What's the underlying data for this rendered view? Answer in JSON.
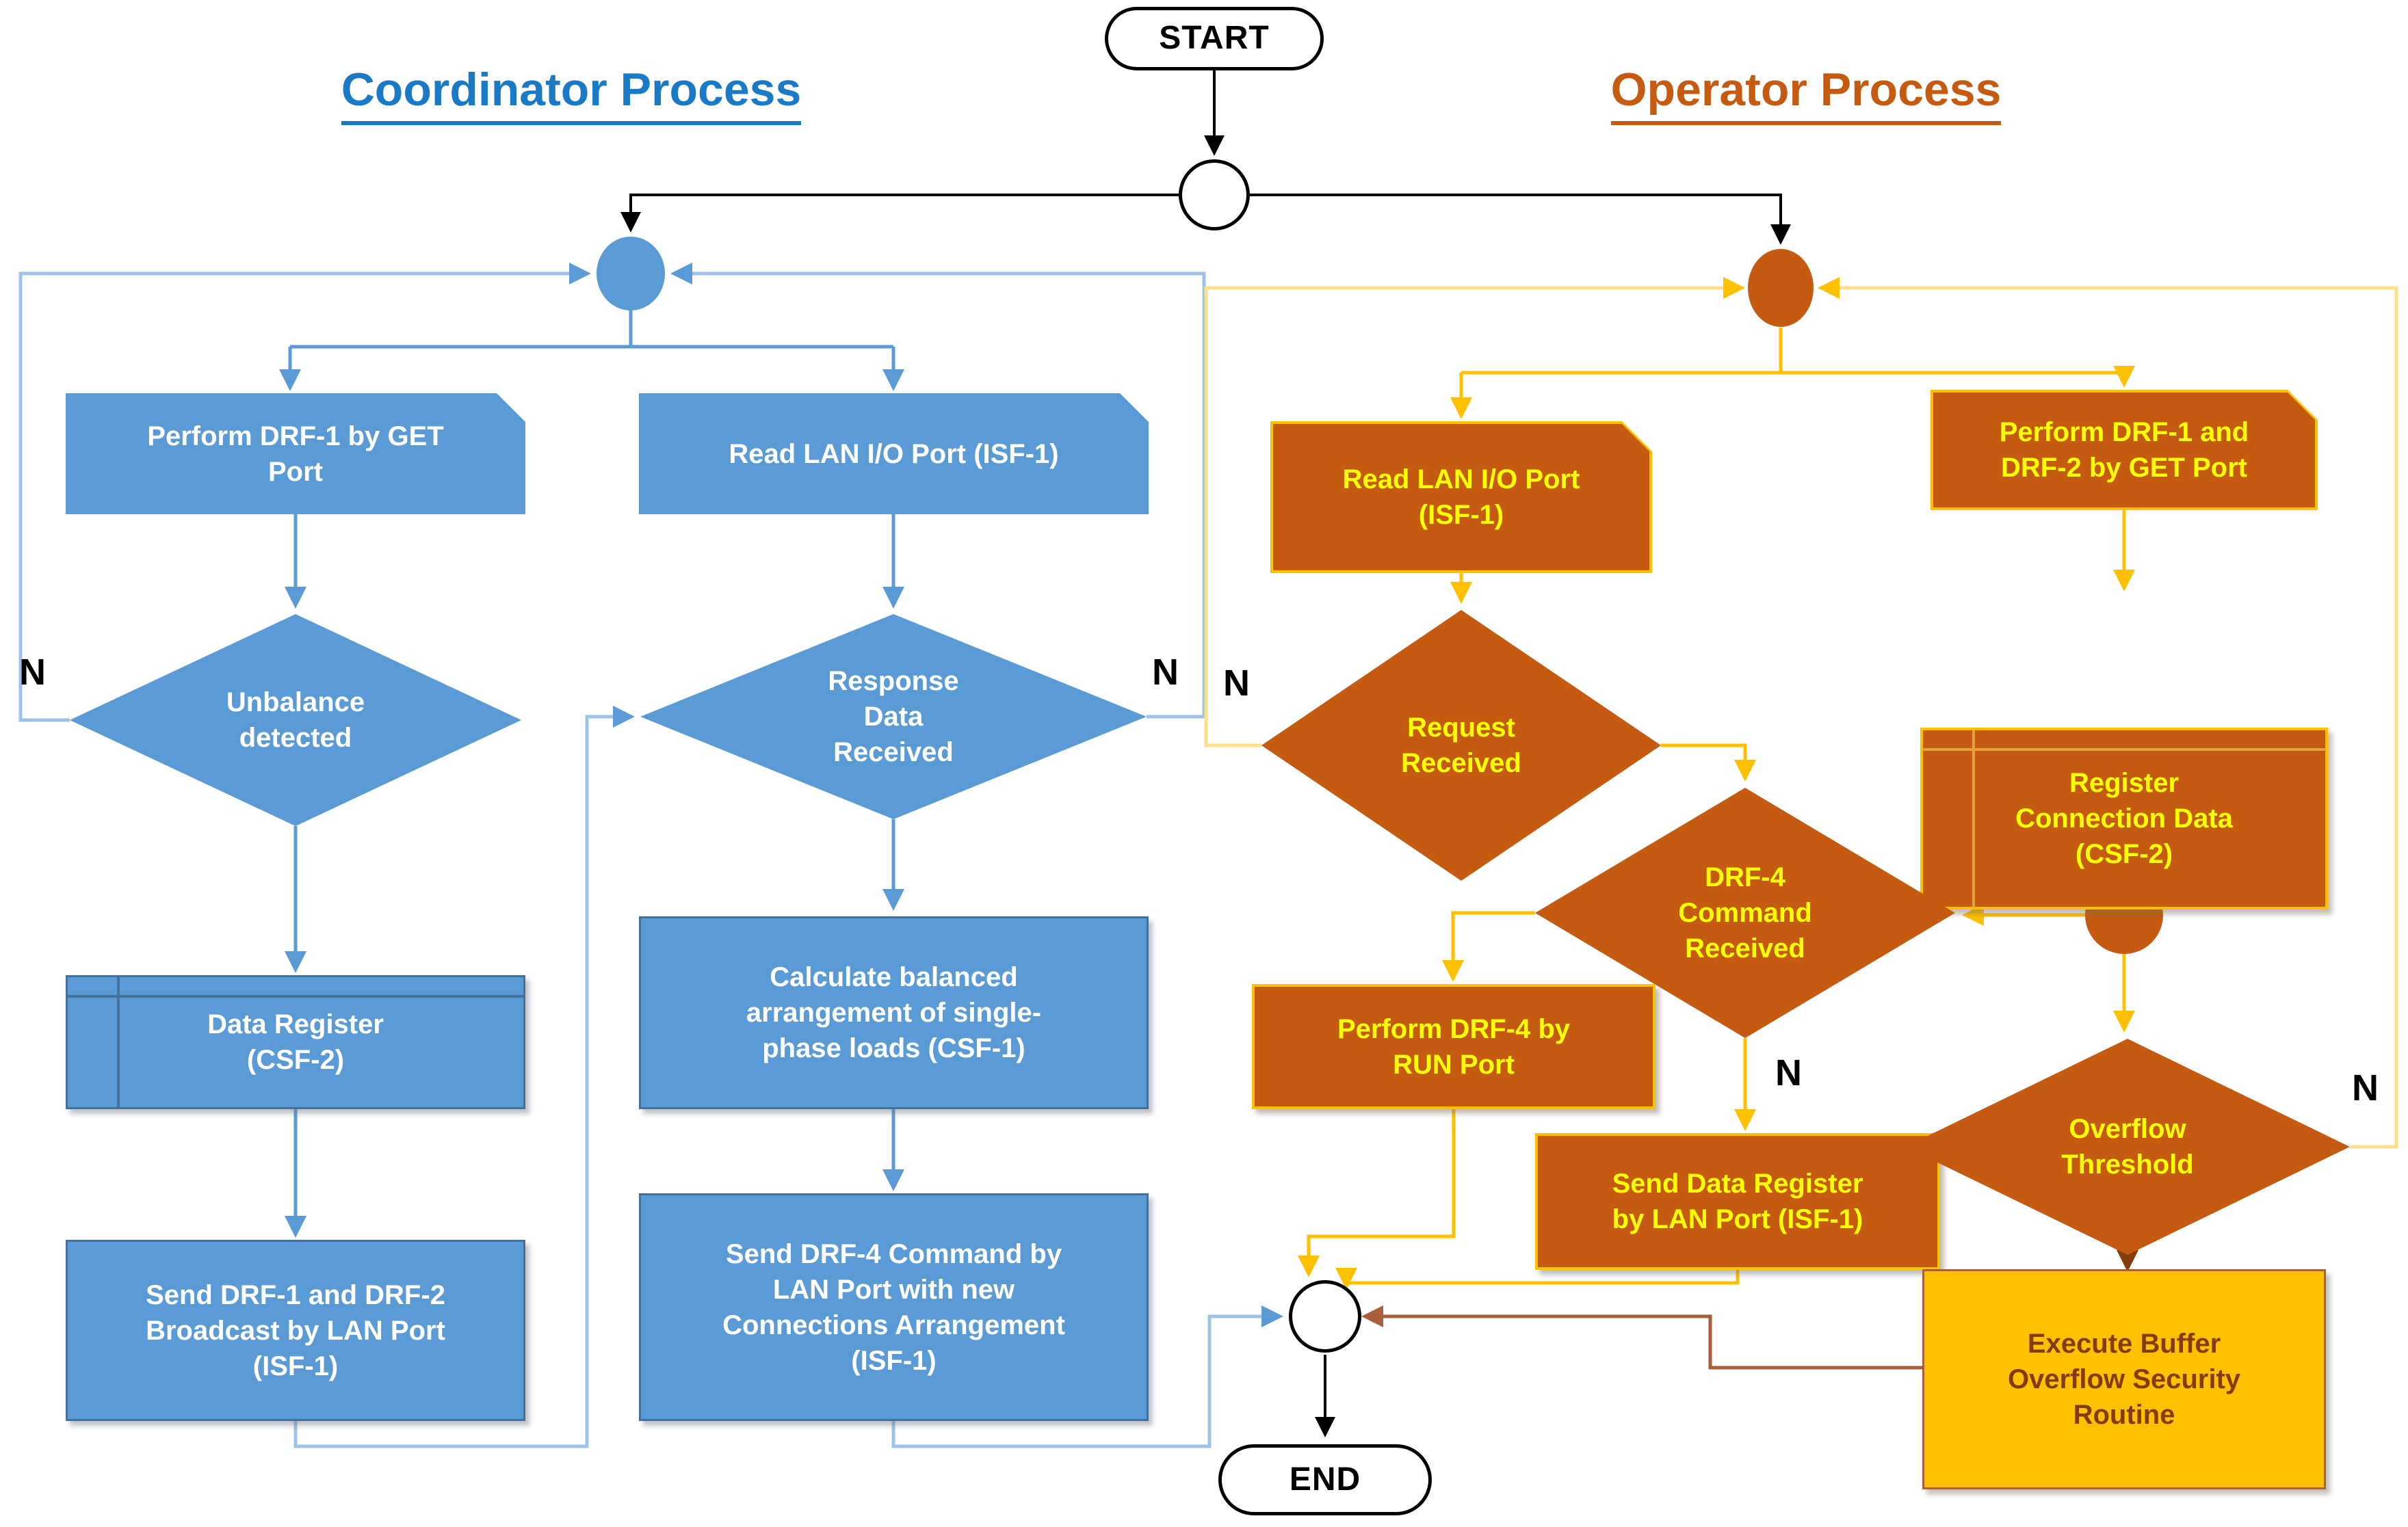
{
  "titles": {
    "coordinator": "Coordinator Process",
    "operator": "Operator Process"
  },
  "terminals": {
    "start": "START",
    "end": "END"
  },
  "branch_labels": {
    "unbalance_n": "N",
    "response_n": "N",
    "request_n": "N",
    "drf4_n": "N",
    "overflow_n": "N"
  },
  "nodes": {
    "c_perform_drf1": {
      "label": "Perform DRF-1 by GET\nPort",
      "shape": "card"
    },
    "c_read_lan": {
      "label": "Read LAN I/O Port (ISF-1)",
      "shape": "card"
    },
    "c_unbalance": {
      "label": "Unbalance\ndetected",
      "shape": "decision"
    },
    "c_response": {
      "label": "Response\nData\nReceived",
      "shape": "decision"
    },
    "c_data_register": {
      "label": "Data Register\n(CSF-2)",
      "shape": "internal-storage"
    },
    "c_calculate": {
      "label": "Calculate balanced\narrangement of single-\nphase loads (CSF-1)",
      "shape": "process"
    },
    "c_send_broadcast": {
      "label": "Send DRF-1 and DRF-2\nBroadcast by LAN Port\n(ISF-1)",
      "shape": "process"
    },
    "c_send_drf4": {
      "label": "Send DRF-4 Command by\nLAN Port with new\nConnections Arrangement\n(ISF-1)",
      "shape": "process"
    },
    "o_read_lan": {
      "label": "Read LAN I/O Port\n(ISF-1)",
      "shape": "card"
    },
    "o_perform_get": {
      "label": "Perform DRF-1 and\nDRF-2 by GET Port",
      "shape": "card"
    },
    "o_request": {
      "label": "Request\nReceived",
      "shape": "decision"
    },
    "o_register_conn": {
      "label": "Register\nConnection Data\n(CSF-2)",
      "shape": "internal-storage"
    },
    "o_drf4_cmd": {
      "label": "DRF-4\nCommand\nReceived",
      "shape": "decision"
    },
    "o_perform_run": {
      "label": "Perform DRF-4 by\nRUN Port",
      "shape": "process"
    },
    "o_send_data_reg": {
      "label": "Send Data Register\nby LAN Port (ISF-1)",
      "shape": "process"
    },
    "o_overflow": {
      "label": "Overflow\nThreshold",
      "shape": "decision"
    },
    "o_execute": {
      "label": "Execute Buffer\nOverflow Security\nRoutine",
      "shape": "process"
    }
  },
  "colors": {
    "coordinator_fill": "#5B9BD5",
    "coordinator_border": "#41719C",
    "coordinator_loop_line": "#9DC3E6",
    "coordinator_title": "#1B7AC6",
    "operator_fill": "#C55A11",
    "operator_connector": "#FFC000",
    "operator_loop_line": "#FFE08A",
    "operator_text": "#FFFF00",
    "routine_fill": "#FFC000",
    "routine_text": "#843C0C",
    "routine_to_end_line": "#A9603A",
    "overflow_to_routine_line": "#843C0C",
    "terminal_outline": "#000000"
  }
}
